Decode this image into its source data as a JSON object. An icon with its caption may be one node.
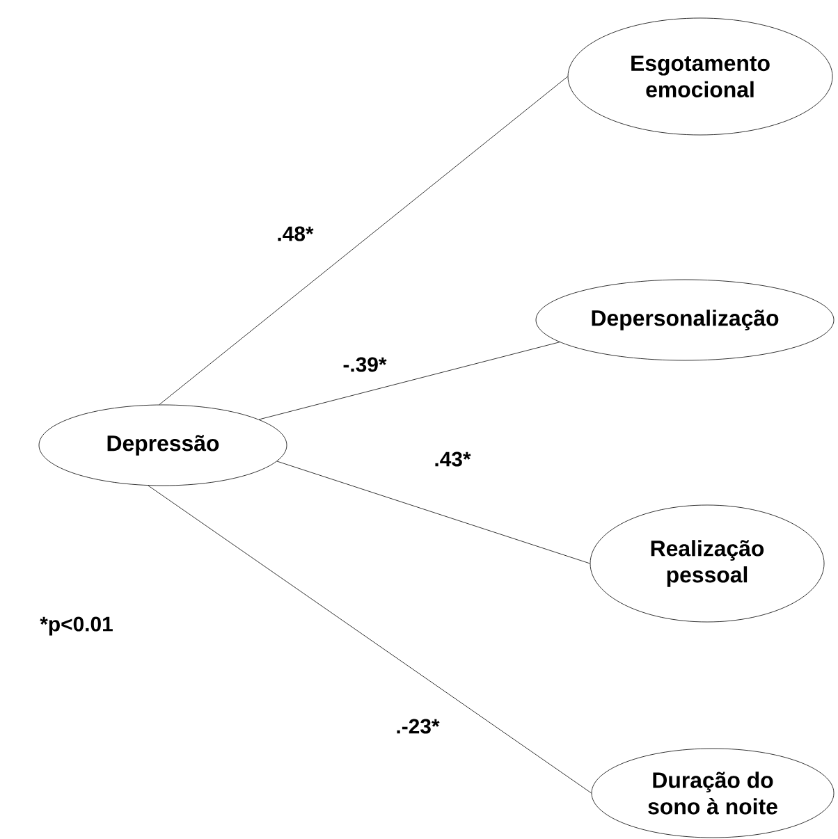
{
  "diagram": {
    "nodes": [
      {
        "text": [
          "Depressão"
        ]
      },
      {
        "text": [
          "Esgotamento emocional"
        ]
      },
      {
        "text": [
          "Depersonalização"
        ]
      },
      {
        "text": [
          "Realização pessoal"
        ]
      },
      {
        "text": [
          "Duração do sono à noite"
        ]
      }
    ],
    "edges": [
      {
        "from": 0,
        "to": 1,
        "arrow": "none",
        "label": ".48*"
      },
      {
        "from": 0,
        "to": 2,
        "arrow": "none",
        "label": "-.39*"
      },
      {
        "from": 0,
        "to": 3,
        "arrow": "none",
        "label": ".43*"
      },
      {
        "from": 0,
        "to": 4,
        "arrow": "none",
        "label": ".-23*"
      }
    ],
    "labels": [
      "*p<0.01"
    ]
  }
}
